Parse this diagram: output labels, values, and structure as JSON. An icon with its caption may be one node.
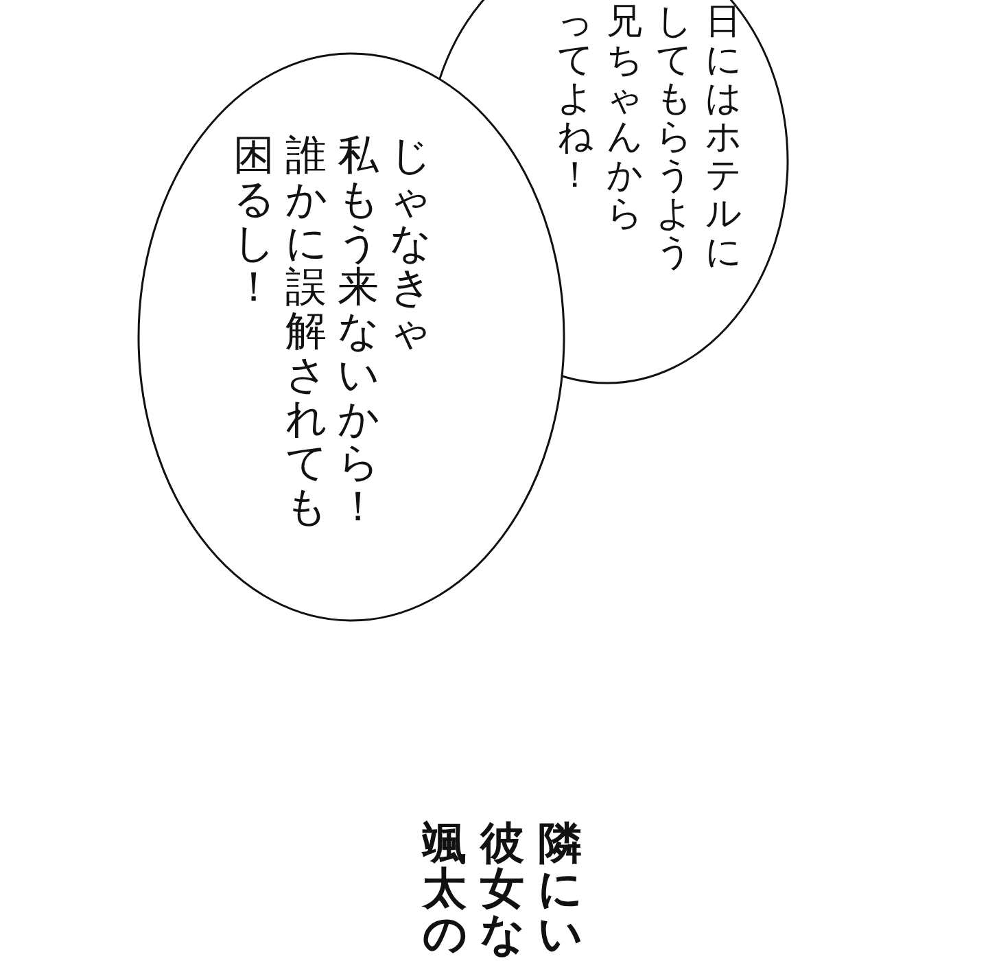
{
  "diagram": {
    "nodes": [
      {
        "text": [
          "日にはホテルにしてもらうよう兄ちゃんからってよね！"
        ]
      },
      {
        "text": [
          "じゃなきゃ私もう来ないから！誰かに誤解されても困るし！"
        ]
      }
    ],
    "labels": [
      "隣にい",
      "彼女な",
      "颯太の"
    ]
  }
}
